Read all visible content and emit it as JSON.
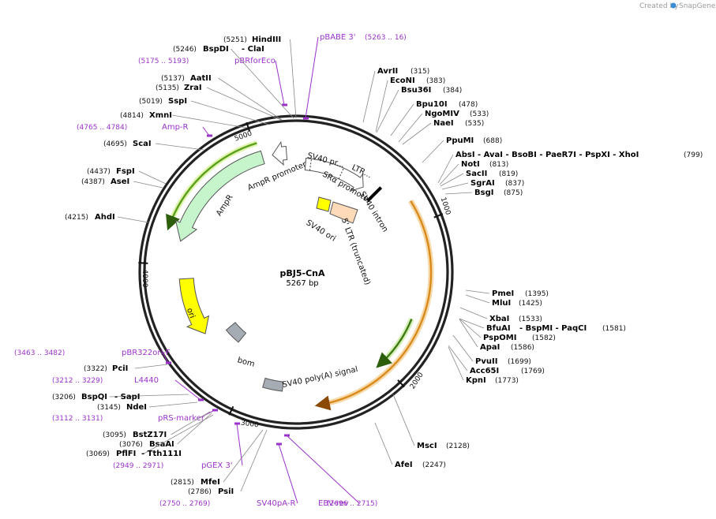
{
  "credit": {
    "created_by": "Created by",
    "brand": "SnapGene"
  },
  "plasmid": {
    "name": "pBJ5-CnA",
    "length_label": "5267 bp",
    "length": 5267
  },
  "ticks": [
    {
      "pos": 1000,
      "label": "1000"
    },
    {
      "pos": 2000,
      "label": "2000"
    },
    {
      "pos": 3000,
      "label": "3000"
    },
    {
      "pos": 4000,
      "label": "4000"
    },
    {
      "pos": 5000,
      "label": "5000"
    }
  ],
  "sites": [
    {
      "name": "HindIII",
      "pos_text": "(5251)",
      "pos": 5251
    },
    {
      "name": "BspDI",
      "pos_text": "(5246)",
      "pos": 5246,
      "extra": "- ClaI"
    },
    {
      "name": "AatII",
      "pos_text": "(5137)",
      "pos": 5137
    },
    {
      "name": "ZraI",
      "pos_text": "(5135)",
      "pos": 5135
    },
    {
      "name": "SspI",
      "pos_text": "(5019)",
      "pos": 5019
    },
    {
      "name": "XmnI",
      "pos_text": "(4814)",
      "pos": 4814
    },
    {
      "name": "ScaI",
      "pos_text": "(4695)",
      "pos": 4695
    },
    {
      "name": "FspI",
      "pos_text": "(4437)",
      "pos": 4437
    },
    {
      "name": "AseI",
      "pos_text": "(4387)",
      "pos": 4387
    },
    {
      "name": "AhdI",
      "pos_text": "(4215)",
      "pos": 4215
    },
    {
      "name": "PciI",
      "pos_text": "(3322)",
      "pos": 3322
    },
    {
      "name": "BspQI",
      "pos_text": "(3206)",
      "pos": 3206,
      "extra": "- SapI"
    },
    {
      "name": "NdeI",
      "pos_text": "(3145)",
      "pos": 3145
    },
    {
      "name": "BstZ17I",
      "pos_text": "(3095)",
      "pos": 3095
    },
    {
      "name": "BsaAI",
      "pos_text": "(3076)",
      "pos": 3076
    },
    {
      "name": "PflFI",
      "pos_text": "(3069)",
      "pos": 3069,
      "extra": "- Tth111I"
    },
    {
      "name": "MfeI",
      "pos_text": "(2815)",
      "pos": 2815
    },
    {
      "name": "PsiI",
      "pos_text": "(2786)",
      "pos": 2786
    },
    {
      "name": "AvrII",
      "pos_text": "(315)",
      "pos": 315
    },
    {
      "name": "EcoNI",
      "pos_text": "(383)",
      "pos": 383
    },
    {
      "name": "Bsu36I",
      "pos_text": "(384)",
      "pos": 384
    },
    {
      "name": "Bpu10I",
      "pos_text": "(478)",
      "pos": 478
    },
    {
      "name": "NgoMIV",
      "pos_text": "(533)",
      "pos": 533
    },
    {
      "name": "NaeI",
      "pos_text": "(535)",
      "pos": 535
    },
    {
      "name": "PpuMI",
      "pos_text": "(688)",
      "pos": 688
    },
    {
      "name": "AbsI",
      "pos_text": "(799)",
      "pos": 799,
      "extra": "- AvaI   - BsoBI   - PaeR7I   - PspXI   - XhoI"
    },
    {
      "name": "NotI",
      "pos_text": "(813)",
      "pos": 813
    },
    {
      "name": "SacII",
      "pos_text": "(819)",
      "pos": 819
    },
    {
      "name": "SgrAI",
      "pos_text": "(837)",
      "pos": 837
    },
    {
      "name": "BsgI",
      "pos_text": "(875)",
      "pos": 875
    },
    {
      "name": "PmeI",
      "pos_text": "(1395)",
      "pos": 1395
    },
    {
      "name": "MluI",
      "pos_text": "(1425)",
      "pos": 1425
    },
    {
      "name": "XbaI",
      "pos_text": "(1533)",
      "pos": 1533
    },
    {
      "name": "BfuAI",
      "pos_text": "(1581)",
      "pos": 1581,
      "extra": "- BspMI   - PaqCI"
    },
    {
      "name": "PspOMI",
      "pos_text": "(1582)",
      "pos": 1582
    },
    {
      "name": "ApaI",
      "pos_text": "(1586)",
      "pos": 1586
    },
    {
      "name": "PvuII",
      "pos_text": "(1699)",
      "pos": 1699
    },
    {
      "name": "Acc65I",
      "pos_text": "(1769)",
      "pos": 1769
    },
    {
      "name": "KpnI",
      "pos_text": "(1773)",
      "pos": 1773
    },
    {
      "name": "MscI",
      "pos_text": "(2128)",
      "pos": 2128
    },
    {
      "name": "AfeI",
      "pos_text": "(2247)",
      "pos": 2247
    }
  ],
  "primers": [
    {
      "name": "pBABE 3'",
      "range": "(5263 .. 16)",
      "start": 5263,
      "end": 16
    },
    {
      "name": "pBRforEco",
      "range": "(5175 .. 5193)",
      "start": 5175,
      "end": 5193
    },
    {
      "name": "Amp-R",
      "range": "(4765 .. 4784)",
      "start": 4765,
      "end": 4784
    },
    {
      "name": "pBR322ori-F",
      "range": "(3463 .. 3482)",
      "start": 3463,
      "end": 3482
    },
    {
      "name": "L4440",
      "range": "(3212 .. 3229)",
      "start": 3212,
      "end": 3229
    },
    {
      "name": "pRS-marker",
      "range": "(3112 .. 3131)",
      "start": 3112,
      "end": 3131
    },
    {
      "name": "pGEX 3'",
      "range": "(2949 .. 2971)",
      "start": 2949,
      "end": 2971
    },
    {
      "name": "SV40pA-R",
      "range": "(2750 .. 2769)",
      "start": 2750,
      "end": 2769
    },
    {
      "name": "EBV-rev",
      "range": "(2696 .. 2715)",
      "start": 2696,
      "end": 2715
    }
  ],
  "features": [
    {
      "key": "ampr",
      "label": "AmpR",
      "start": 5030,
      "end": 4170,
      "color": "#c6f5cc",
      "stroke": "#555555"
    },
    {
      "key": "ampr_promoter",
      "label": "AmpR promoter",
      "start": 5200,
      "end": 5100,
      "color": "#ffffff",
      "stroke": "#555555"
    },
    {
      "key": "ori",
      "label": "ori",
      "start": 3900,
      "end": 3450,
      "color": "#ffff00",
      "stroke": "#555555"
    },
    {
      "key": "bom",
      "label": "bom",
      "start": 3370,
      "end": 3210,
      "color": "#a6acb3",
      "stroke": "#555555"
    },
    {
      "key": "sv40_polya",
      "label": "SV40 poly(A) signal",
      "start": 2870,
      "end": 2730,
      "color": "#a6acb3",
      "stroke": "#555555"
    },
    {
      "key": "sv40_promoter",
      "label": "SV40 pr...",
      "start": 5250,
      "end": 200,
      "color": "#ffffff",
      "stroke": "#555555"
    },
    {
      "key": "ltr",
      "label": "LTR...",
      "start": 200,
      "end": 400,
      "color": "#ffffff",
      "stroke": "#555555"
    },
    {
      "key": "sra_promoter",
      "label": "SRα promoter",
      "start": 5250,
      "end": 400,
      "color": "#ffffff",
      "stroke": "#555555"
    },
    {
      "key": "sv40_intron",
      "label": "SV40 intron",
      "start": 600,
      "end": 615,
      "color": "#000000",
      "stroke": "#000000"
    },
    {
      "key": "ltr_trunc",
      "label": "5' LTR (truncated)",
      "start": 300,
      "end": 500,
      "color": "#ffdab9",
      "stroke": "#555555"
    },
    {
      "key": "sv40_ori",
      "label": "SV40 ori",
      "start": 80,
      "end": 200,
      "color": "#ffff00",
      "stroke": "#555555"
    }
  ],
  "orfs": [
    {
      "key": "orf_orange",
      "start": 850,
      "end": 2470,
      "color": "#d98a1c",
      "halo": "#f7d9a8"
    },
    {
      "key": "orf_green_out",
      "start": 5020,
      "end": 4260,
      "color": "#5a9e1a",
      "halo": "#dff5b0"
    },
    {
      "key": "orf_green_in",
      "start": 1640,
      "end": 2000,
      "color": "#3d7a14",
      "halo": "#d4efb4"
    }
  ]
}
